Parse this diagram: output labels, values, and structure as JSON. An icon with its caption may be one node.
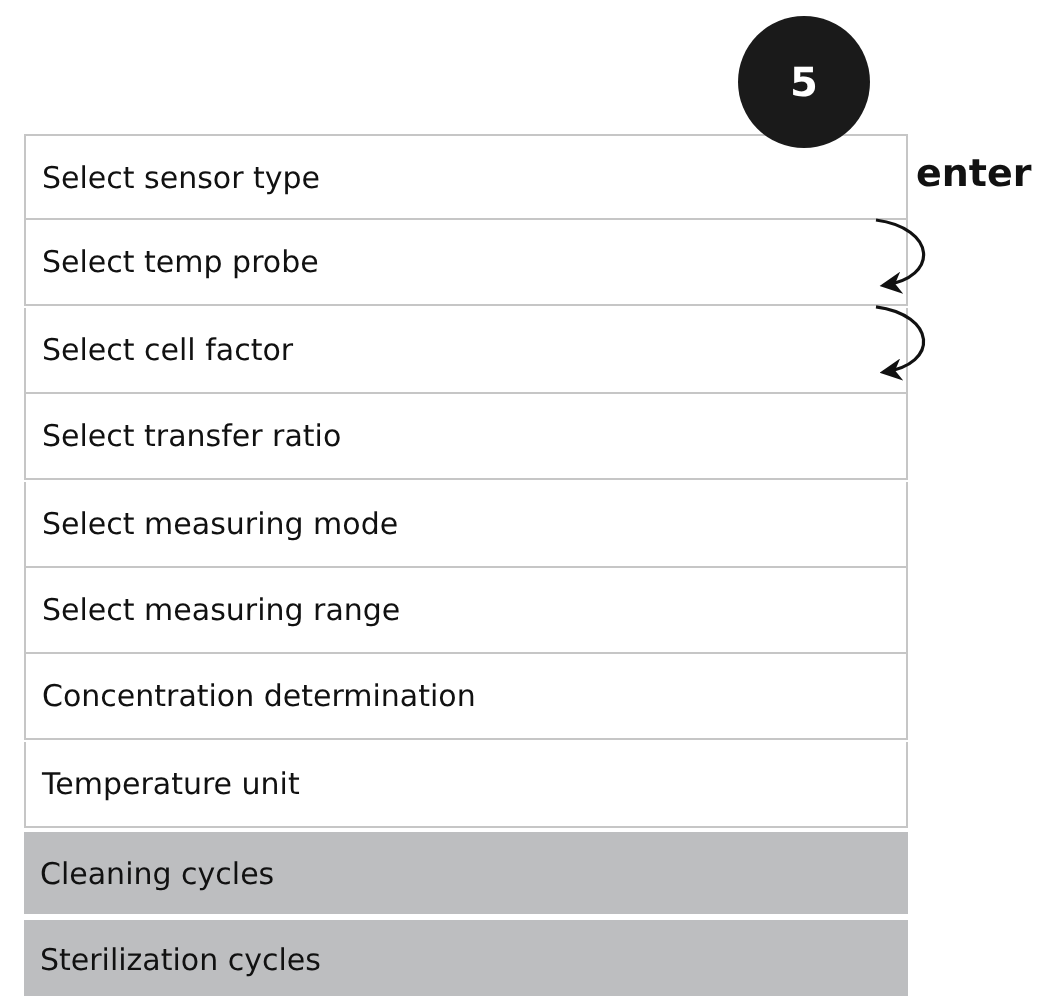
{
  "diagram": {
    "nodes": [
      {
        "text": [
          "5"
        ]
      },
      {
        "text": [
          "Select sensor type"
        ]
      },
      {
        "text": [
          "Select temp probe"
        ]
      },
      {
        "text": [
          "Select cell factor"
        ]
      },
      {
        "text": [
          "Select transfer ratio"
        ]
      },
      {
        "text": [
          "Select measuring mode"
        ]
      },
      {
        "text": [
          "Select measuring range"
        ]
      },
      {
        "text": [
          "Concentration determination"
        ]
      },
      {
        "text": [
          "Temperature unit"
        ]
      },
      {
        "text": [
          "Cleaning cycles"
        ]
      },
      {
        "text": [
          "Sterilization cycles"
        ]
      }
    ],
    "edges": [
      {
        "from": 1,
        "to": 2,
        "arrow": "to",
        "label": "enter"
      },
      {
        "from": 2,
        "to": 3,
        "arrow": "to"
      }
    ]
  }
}
